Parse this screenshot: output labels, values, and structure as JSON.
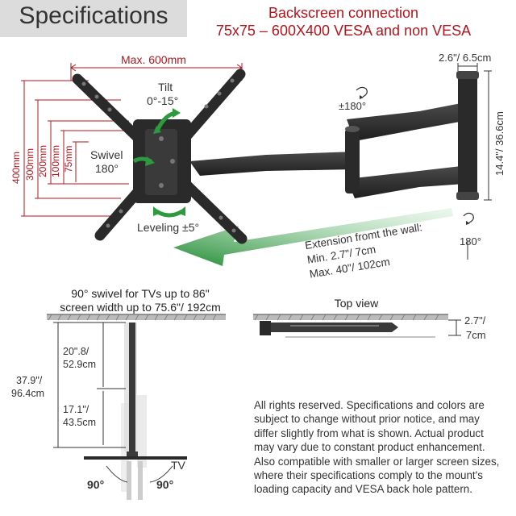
{
  "header": {
    "title": "Specifications",
    "vesa_line1": "Backscreen connection",
    "vesa_line2": "75x75 – 600X400 VESA and non VESA"
  },
  "front_view": {
    "max_width": "Max. 600mm",
    "heights": [
      "400mm",
      "300mm",
      "200mm",
      "100mm",
      "75mm"
    ],
    "tilt_label": "Tilt",
    "tilt_range": "0°-15°",
    "swivel_label": "Swivel",
    "swivel_angle": "180°",
    "leveling": "Leveling ±5°",
    "wall_swivel_top": "±180°",
    "wall_swivel_bottom": "180°",
    "plate_width": "2.6\"/ 6.5cm",
    "plate_height": "14.4\"/ 36.6cm",
    "extension_title": "Extension fromt the wall:",
    "extension_min": "Min. 2.7\"/ 7cm",
    "extension_max": "Max. 40\"/ 102cm"
  },
  "side_view": {
    "caption_line1": "90° swivel for TVs up to 86\"",
    "caption_line2": "screen width up to 75.6\"/ 192cm",
    "upper_length_1": "20\".8/",
    "upper_length_2": "52.9cm",
    "lower_length_1": "17.1\"/",
    "lower_length_2": "43.5cm",
    "total_1": "37.9\"/",
    "total_2": "96.4cm",
    "tv_label": "TV",
    "angle_left": "90°",
    "angle_right": "90°"
  },
  "top_view": {
    "title": "Top view",
    "depth_1": "2.7\"/",
    "depth_2": "7cm"
  },
  "disclaimer": "All rights reserved. Specifications and colors are subject to change without prior notice, and may differ slightly from what is shown. Actual product may vary due to constant product enhancement. Also compatible with smaller or larger screen sizes, where their specifications comply to the mount's loading capacity and VESA back hole pattern.",
  "colors": {
    "accent_red": "#b3151c",
    "arrow_green": "#2e9a3e",
    "mount_dark": "#2a2a2a"
  }
}
